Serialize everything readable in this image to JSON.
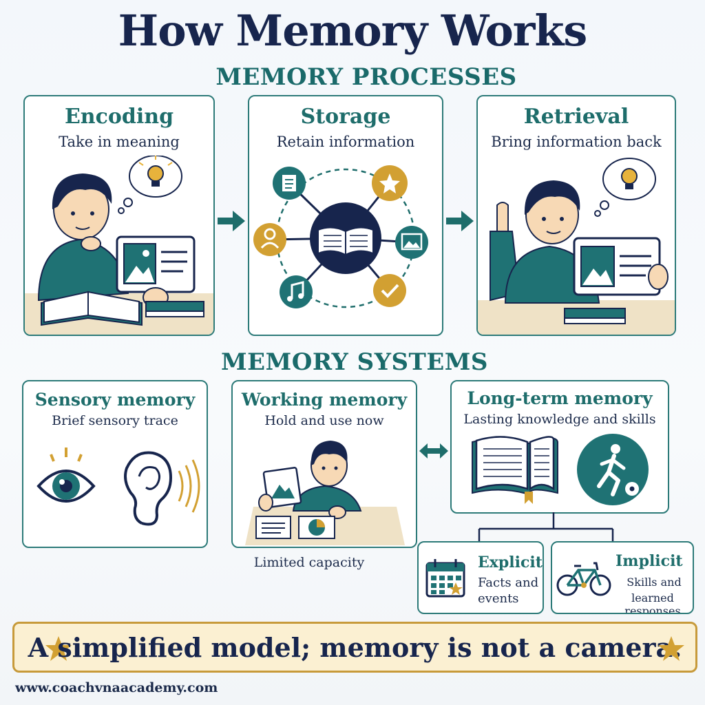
{
  "title": "How Memory Works",
  "processes": {
    "heading": "MEMORY PROCESSES",
    "encoding": {
      "title": "Encoding",
      "subtitle": "Take in meaning"
    },
    "storage": {
      "title": "Storage",
      "subtitle": "Retain information"
    },
    "retrieval": {
      "title": "Retrieval",
      "subtitle": "Bring information back"
    }
  },
  "systems": {
    "heading": "MEMORY SYSTEMS",
    "sensory": {
      "title": "Sensory memory",
      "subtitle": "Brief sensory trace"
    },
    "working": {
      "title": "Working memory",
      "subtitle": "Hold and use now",
      "note": "Limited capacity"
    },
    "long_term": {
      "title": "Long-term memory",
      "subtitle": "Lasting knowledge and skills"
    },
    "explicit": {
      "title": "Explicit",
      "line1": "Facts and",
      "line2": "events"
    },
    "implicit": {
      "title": "Implicit",
      "line1": "Skills and",
      "line2": "learned responses"
    }
  },
  "banner": {
    "text": "A simplified model; memory is not a camera."
  },
  "footer": {
    "url": "www.coachvnaacademy.com"
  },
  "colors": {
    "teal": "#1e6d6b",
    "navy": "#17254d",
    "gold": "#d2a032",
    "skin": "#f7d9b5"
  },
  "icons": [
    "lightbulb-icon",
    "document-icon",
    "star-icon",
    "person-icon",
    "image-icon",
    "music-icon",
    "check-icon",
    "book-icon",
    "eye-icon",
    "ear-icon",
    "running-person-icon",
    "calendar-icon",
    "bicycle-icon"
  ]
}
